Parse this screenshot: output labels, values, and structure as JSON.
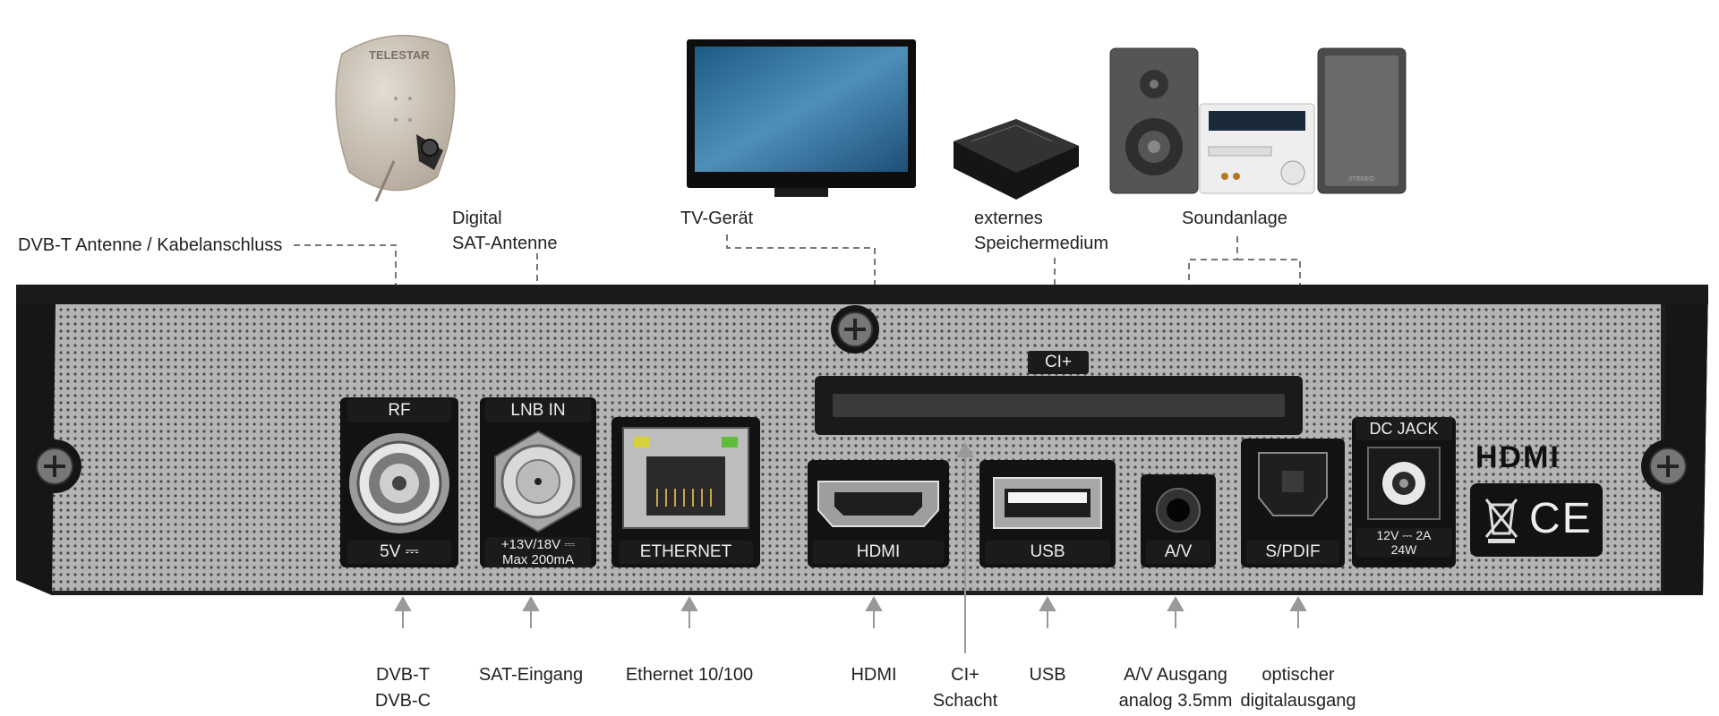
{
  "device_labels": {
    "dvbt_antenna": "DVB-T Antenne / Kabelanschluss",
    "sat_antenna": [
      "Digital",
      "SAT-Antenne"
    ],
    "tv": "TV-Gerät",
    "storage": [
      "externes",
      "Speichermedium"
    ],
    "sound": "Soundanlage"
  },
  "dish_brand": "TELESTAR",
  "speaker_brand": "STEREO",
  "panel_labels": {
    "rf": "RF",
    "rf_sub": "5V ⎓",
    "lnb": "LNB IN",
    "lnb_sub": [
      "+13V/18V ⎓",
      "Max 200mA"
    ],
    "ethernet": "ETHERNET",
    "hdmi": "HDMI",
    "ci": "CI+",
    "usb": "USB",
    "av": "A/V",
    "spdif": "S/PDIF",
    "dc": "DC JACK",
    "dc_sub": [
      "12V ⎓ 2A",
      "24W"
    ],
    "hdmi_logo": "HDMI",
    "ce": "CE"
  },
  "bottom_labels": {
    "dvb": [
      "DVB-T",
      "DVB-C"
    ],
    "sat": "SAT-Eingang",
    "eth": "Ethernet 10/100",
    "hdmi": "HDMI",
    "ci": [
      "CI+",
      "Schacht"
    ],
    "usb": "USB",
    "av": [
      "A/V Ausgang",
      "analog 3.5mm"
    ],
    "optical": [
      "optischer",
      "digitalausgang"
    ]
  }
}
